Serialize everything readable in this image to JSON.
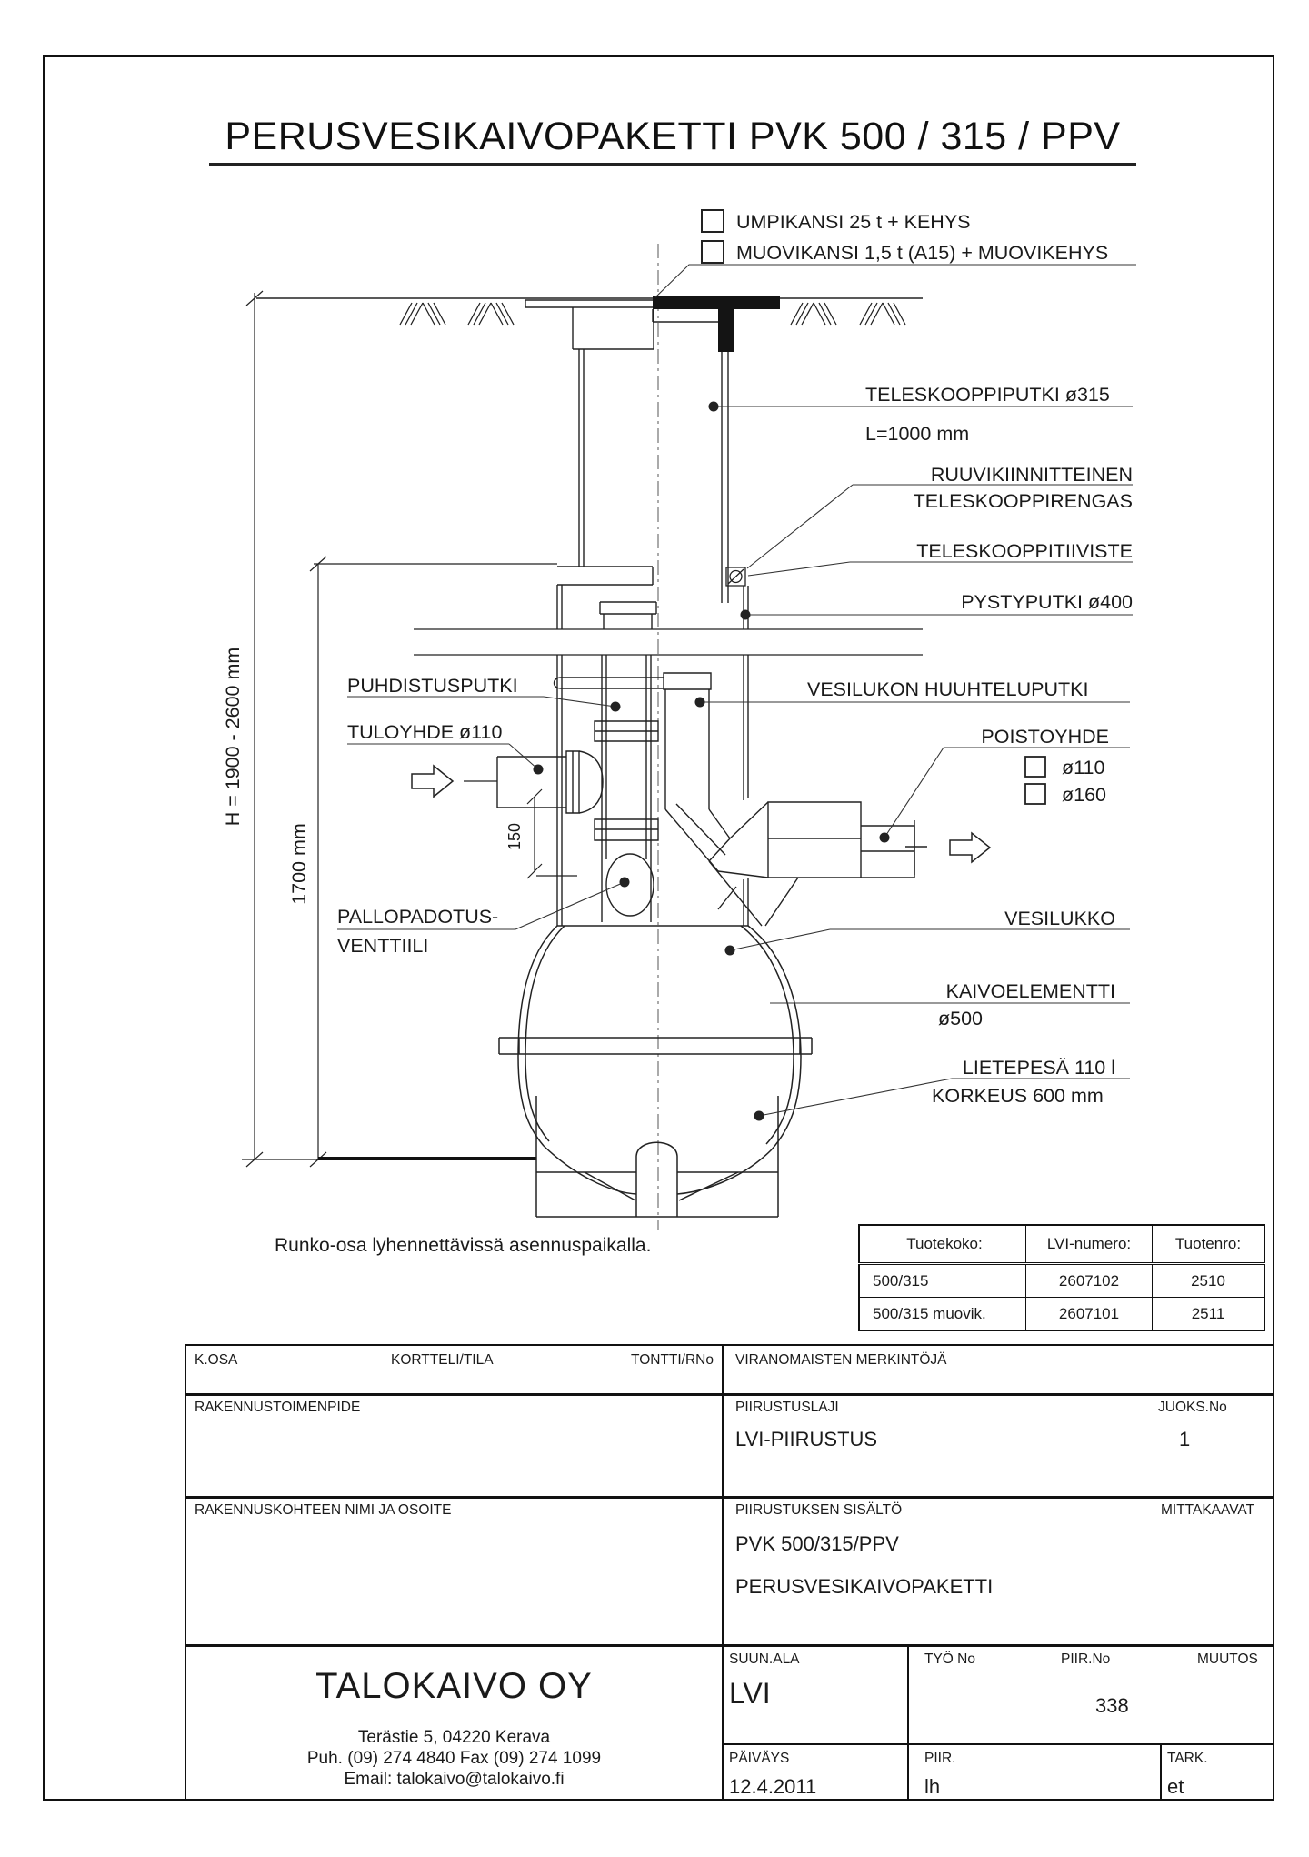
{
  "sheet": {
    "title": "PERUSVESIKAIVOPAKETTI PVK 500 / 315 / PPV"
  },
  "cover_options": {
    "option1": "UMPIKANSI 25 t + KEHYS",
    "option2": "MUOVIKANSI 1,5 t (A15) + MUOVIKEHYS"
  },
  "labels": {
    "teleskooppiputki": "TELESKOOPPIPUTKI ø315",
    "teleskooppiputki_len": "L=1000 mm",
    "rengas_line1": "RUUVIKIINNITTEINEN",
    "rengas_line2": "TELESKOOPPIRENGAS",
    "tiiviste": "TELESKOOPPITIIVISTE",
    "pystyputki": "PYSTYPUTKI ø400",
    "puhdistusputki": "PUHDISTUSPUTKI",
    "tuloyhde": "TULOYHDE ø110",
    "huuhteluputki": "VESILUKON HUUHTELUPUTKI",
    "poistoyhde": "POISTOYHDE",
    "poisto_opt1": "ø110",
    "poisto_opt2": "ø160",
    "vesilukko": "VESILUKKO",
    "kaivoelementti": "KAIVOELEMENTTI",
    "kaivo_diameter": "ø500",
    "lietepesa": "LIETEPESÄ 110 l",
    "korkeus": "KORKEUS 600 mm",
    "pallopadotus_line1": "PALLOPADOTUS-",
    "pallopadotus_line2": "VENTTIILI"
  },
  "dimensions": {
    "height_range": "H = 1900 - 2600 mm",
    "body_height": "1700 mm",
    "inlet_offset": "150"
  },
  "note": "Runko-osa lyhennettävissä asennuspaikalla.",
  "product_table": {
    "headers": [
      "Tuotekoko:",
      "LVI-numero:",
      "Tuotenro:"
    ],
    "rows": [
      [
        "500/315",
        "2607102",
        "2510"
      ],
      [
        "500/315 muovik.",
        "2607101",
        "2511"
      ]
    ]
  },
  "title_block": {
    "kosa": "K.OSA",
    "kortteli": "KORTTELI/TILA",
    "tontti": "TONTTI/RNo",
    "viranomaisten": "VIRANOMAISTEN MERKINTÖJÄ",
    "rakennustoimenpide": "RAKENNUSTOIMENPIDE",
    "piirustuslaji": "PIIRUSTUSLAJI",
    "piirustuslaji_value": "LVI-PIIRUSTUS",
    "juoksno": "JUOKS.No",
    "juoksno_value": "1",
    "rakennuskohteen": "RAKENNUSKOHTEEN NIMI JA OSOITE",
    "sisalto": "PIIRUSTUKSEN SISÄLTÖ",
    "sisalto_value1": "PVK 500/315/PPV",
    "sisalto_value2": "PERUSVESIKAIVOPAKETTI",
    "mittakaavat": "MITTAKAAVAT",
    "suunala": "SUUN.ALA",
    "suunala_value": "LVI",
    "tyono": "TYÖ No",
    "piirno": "PIIR.No",
    "piirno_value": "338",
    "muutos": "MUUTOS",
    "paivays": "PÄIVÄYS",
    "paivays_value": "12.4.2011",
    "piir": "PIIR.",
    "piir_value": "lh",
    "tark": "TARK.",
    "tark_value": "et"
  },
  "company": {
    "name": "TALOKAIVO OY",
    "address": "Terästie 5, 04220 Kerava",
    "phone": "Puh. (09) 274 4840 Fax (09) 274 1099",
    "email": "Email: talokaivo@talokaivo.fi"
  }
}
